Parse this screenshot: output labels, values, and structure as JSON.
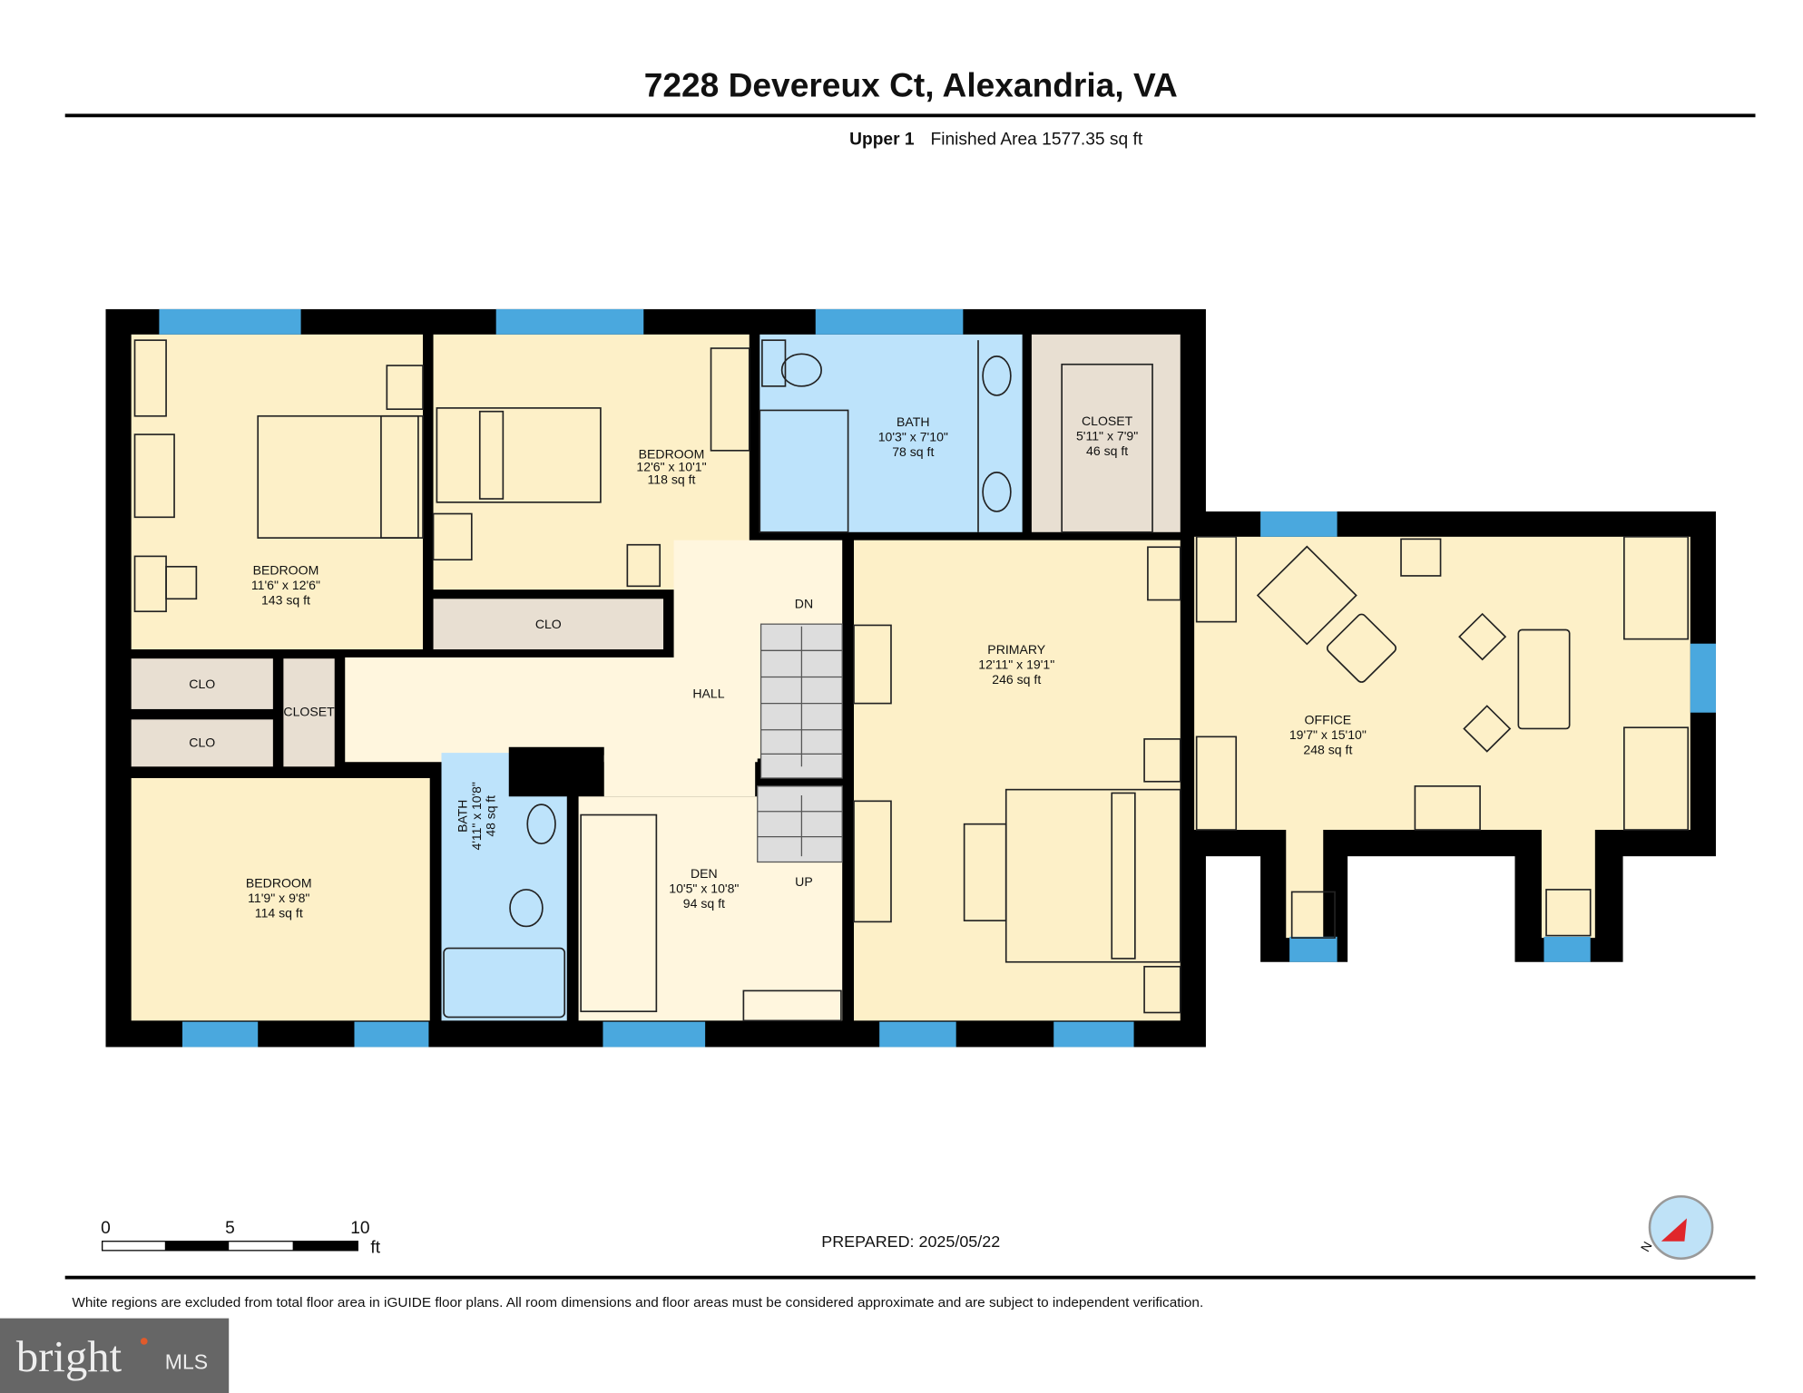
{
  "header": {
    "title": "7228 Devereux Ct, Alexandria, VA",
    "level": "Upper 1",
    "finished_area": "Finished Area 1577.35 sq ft"
  },
  "rooms": {
    "bedroom1": {
      "name": "BEDROOM",
      "dims": "11'6\" x 12'6\"",
      "area": "143 sq ft"
    },
    "bedroom2": {
      "name": "BEDROOM",
      "dims": "12'6\" x 10'1\"",
      "area": "118 sq ft"
    },
    "bath1": {
      "name": "BATH",
      "dims": "10'3\" x 7'10\"",
      "area": "78 sq ft"
    },
    "closet1": {
      "name": "CLOSET",
      "dims": "5'11\" x 7'9\"",
      "area": "46 sq ft"
    },
    "clo_top": {
      "name": "CLO"
    },
    "clo_a": {
      "name": "CLO"
    },
    "clo_b": {
      "name": "CLO"
    },
    "closet_small": {
      "name": "CLOSET"
    },
    "hall": {
      "name": "HALL"
    },
    "stairs_dn": {
      "name": "DN"
    },
    "stairs_up": {
      "name": "UP"
    },
    "primary": {
      "name": "PRIMARY",
      "dims": "12'11\" x 19'1\"",
      "area": "246 sq ft"
    },
    "office": {
      "name": "OFFICE",
      "dims": "19'7\" x 15'10\"",
      "area": "248 sq ft"
    },
    "bedroom3": {
      "name": "BEDROOM",
      "dims": "11'9\" x 9'8\"",
      "area": "114 sq ft"
    },
    "bath2": {
      "name": "BATH",
      "dims": "4'11\" x 10'8\"",
      "area": "48 sq ft"
    },
    "den": {
      "name": "DEN",
      "dims": "10'5\" x 10'8\"",
      "area": "94 sq ft"
    }
  },
  "scale": {
    "labels": [
      "0",
      "5",
      "10"
    ],
    "unit": "ft"
  },
  "prepared": "PREPARED: 2025/05/22",
  "compass": {
    "label": "N"
  },
  "disclaimer": "White regions are excluded from total floor area in iGUIDE floor plans. All room dimensions and floor areas must be considered approximate and are subject to independent verification.",
  "logo": {
    "text": "bright MLS"
  },
  "colors": {
    "room": "#fdf0c8",
    "hall": "#fff6de",
    "bath": "#bde3fb",
    "closet": "#e8dfd2",
    "window": "#4aa8de",
    "wall": "#000000"
  }
}
